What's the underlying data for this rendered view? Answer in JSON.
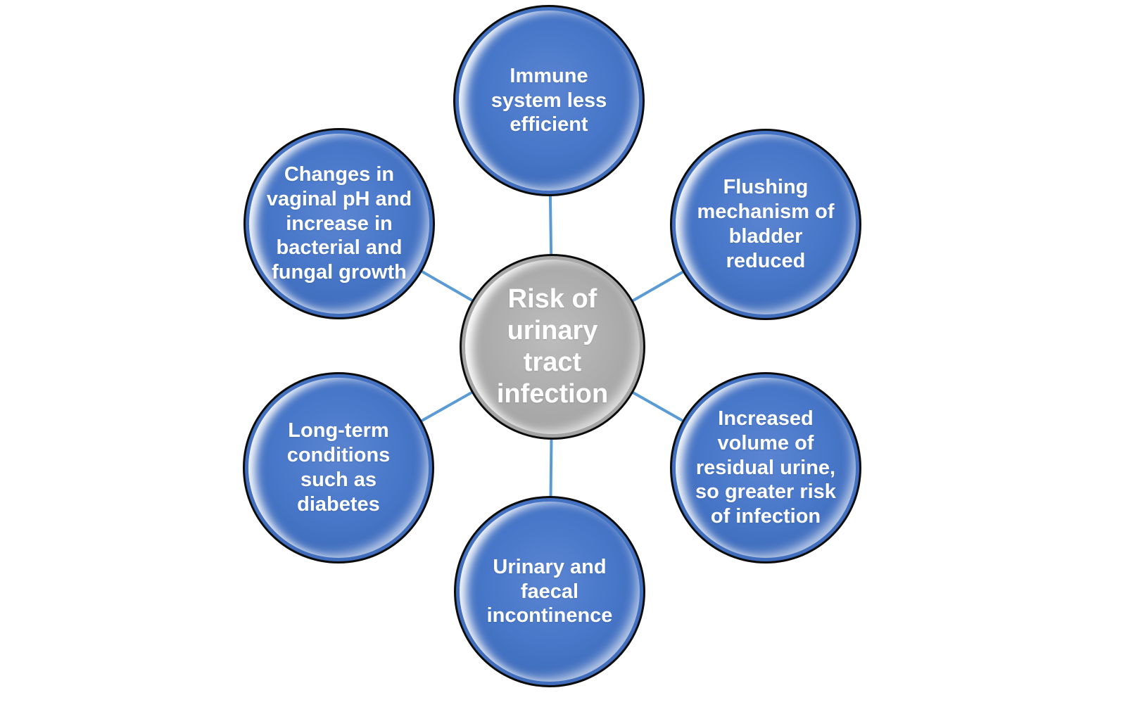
{
  "diagram": {
    "type": "radial-cycle",
    "title": "Risk of urinary tract infection",
    "center": {
      "label": "Risk of\nurinary\ntract\ninfection",
      "fill": "#a6a6a6"
    },
    "nodes": [
      {
        "position": "top",
        "label": "Immune\nsystem less\nefficient"
      },
      {
        "position": "top-right",
        "label": "Flushing\nmechanism of\nbladder\nreduced"
      },
      {
        "position": "bottom-right",
        "label": "Increased\nvolume of\nresidual urine,\nso greater risk\nof infection"
      },
      {
        "position": "bottom",
        "label": "Urinary and\nfaecal\nincontinence"
      },
      {
        "position": "bottom-left",
        "label": "Long-term\nconditions\nsuch as\ndiabetes"
      },
      {
        "position": "top-left",
        "label": "Changes in\nvaginal pH and\nincrease in\nbacterial and\nfungal growth"
      }
    ],
    "colors": {
      "node_fill": "#4472c4",
      "center_fill": "#a6a6a6",
      "connector": "#5b9bd5",
      "outline": "#000000",
      "text": "#ffffff",
      "background": "#ffffff"
    }
  }
}
